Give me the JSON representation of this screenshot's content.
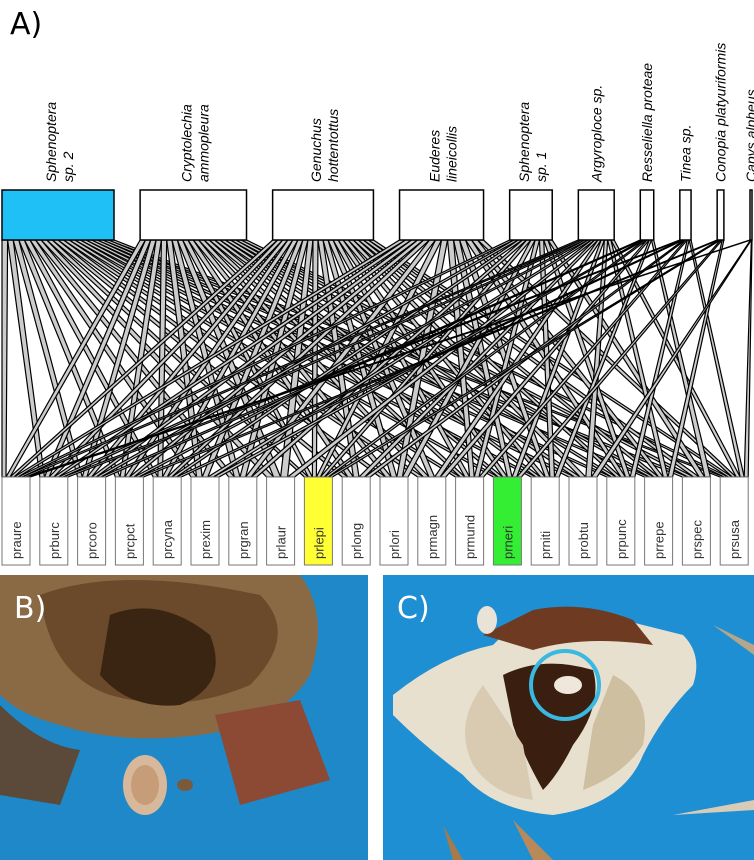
{
  "panel_a": {
    "label": "A)",
    "upper_nodes": [
      {
        "name": "Sphenoptera sp. 2",
        "lines": [
          "Sphenoptera",
          "sp. 2"
        ],
        "weight": 1.0,
        "highlight": "#1ec0f5"
      },
      {
        "name": "Cryptolechia ammopleura",
        "lines": [
          "Cryptolechia",
          "ammopleura"
        ],
        "weight": 0.95,
        "highlight": null
      },
      {
        "name": "Genuchus hottentottus",
        "lines": [
          "Genuchus",
          "hottentottus"
        ],
        "weight": 0.9,
        "highlight": null
      },
      {
        "name": "Euderes lineicollis",
        "lines": [
          "Euderes",
          "lineicollis"
        ],
        "weight": 0.75,
        "highlight": null
      },
      {
        "name": "Sphenoptera sp. 1",
        "lines": [
          "Sphenoptera",
          "sp. 1"
        ],
        "weight": 0.38,
        "highlight": null
      },
      {
        "name": "Argyroploce sp.",
        "lines": [
          "Argyroploce sp."
        ],
        "weight": 0.32,
        "highlight": null
      },
      {
        "name": "Resseliella proteae",
        "lines": [
          "Resseliella proteae"
        ],
        "weight": 0.12,
        "highlight": null
      },
      {
        "name": "Tinea sp.",
        "lines": [
          "Tinea sp."
        ],
        "weight": 0.1,
        "highlight": null
      },
      {
        "name": "Conopia platyuriformis",
        "lines": [
          "Conopia platyuriformis"
        ],
        "weight": 0.06,
        "highlight": null
      },
      {
        "name": "Capys alpheus",
        "lines": [
          "Capys alpheus"
        ],
        "weight": 0.01,
        "highlight": null
      }
    ],
    "lower_nodes": [
      {
        "name": "praure",
        "highlight": null
      },
      {
        "name": "prburc",
        "highlight": null
      },
      {
        "name": "prcoro",
        "highlight": null
      },
      {
        "name": "prcpct",
        "highlight": null
      },
      {
        "name": "prcyna",
        "highlight": null
      },
      {
        "name": "prexim",
        "highlight": null
      },
      {
        "name": "prgran",
        "highlight": null
      },
      {
        "name": "prlaur",
        "highlight": null
      },
      {
        "name": "prlepi",
        "highlight": "#ffff33"
      },
      {
        "name": "prlong",
        "highlight": null
      },
      {
        "name": "prlori",
        "highlight": null
      },
      {
        "name": "prmagn",
        "highlight": null
      },
      {
        "name": "prmund",
        "highlight": null
      },
      {
        "name": "prneri",
        "highlight": "#33ee33"
      },
      {
        "name": "prniti",
        "highlight": null
      },
      {
        "name": "probtu",
        "highlight": null
      },
      {
        "name": "prpunc",
        "highlight": null
      },
      {
        "name": "prrepe",
        "highlight": null
      },
      {
        "name": "prspec",
        "highlight": null
      },
      {
        "name": "prsusa",
        "highlight": null
      }
    ],
    "links": [
      [
        0,
        0
      ],
      [
        0,
        1
      ],
      [
        0,
        2
      ],
      [
        0,
        3
      ],
      [
        0,
        4
      ],
      [
        0,
        5
      ],
      [
        0,
        6
      ],
      [
        0,
        7
      ],
      [
        0,
        8
      ],
      [
        0,
        9
      ],
      [
        0,
        10
      ],
      [
        0,
        11
      ],
      [
        0,
        12
      ],
      [
        0,
        13
      ],
      [
        0,
        14
      ],
      [
        0,
        15
      ],
      [
        0,
        16
      ],
      [
        0,
        17
      ],
      [
        0,
        18
      ],
      [
        0,
        19
      ],
      [
        1,
        0
      ],
      [
        1,
        1
      ],
      [
        1,
        2
      ],
      [
        1,
        3
      ],
      [
        1,
        4
      ],
      [
        1,
        5
      ],
      [
        1,
        6
      ],
      [
        1,
        7
      ],
      [
        1,
        8
      ],
      [
        1,
        9
      ],
      [
        1,
        10
      ],
      [
        1,
        11
      ],
      [
        1,
        12
      ],
      [
        1,
        13
      ],
      [
        1,
        14
      ],
      [
        1,
        15
      ],
      [
        1,
        16
      ],
      [
        1,
        17
      ],
      [
        1,
        18
      ],
      [
        1,
        19
      ],
      [
        2,
        0
      ],
      [
        2,
        1
      ],
      [
        2,
        2
      ],
      [
        2,
        3
      ],
      [
        2,
        4
      ],
      [
        2,
        5
      ],
      [
        2,
        6
      ],
      [
        2,
        7
      ],
      [
        2,
        8
      ],
      [
        2,
        9
      ],
      [
        2,
        10
      ],
      [
        2,
        11
      ],
      [
        2,
        12
      ],
      [
        2,
        13
      ],
      [
        2,
        14
      ],
      [
        2,
        15
      ],
      [
        2,
        16
      ],
      [
        2,
        17
      ],
      [
        2,
        18
      ],
      [
        2,
        19
      ],
      [
        3,
        0
      ],
      [
        3,
        1
      ],
      [
        3,
        2
      ],
      [
        3,
        3
      ],
      [
        3,
        4
      ],
      [
        3,
        6
      ],
      [
        3,
        8
      ],
      [
        3,
        10
      ],
      [
        3,
        12
      ],
      [
        3,
        13
      ],
      [
        3,
        14
      ],
      [
        3,
        16
      ],
      [
        3,
        17
      ],
      [
        3,
        19
      ],
      [
        4,
        0
      ],
      [
        4,
        2
      ],
      [
        4,
        4
      ],
      [
        4,
        6
      ],
      [
        4,
        8
      ],
      [
        4,
        10
      ],
      [
        4,
        12
      ],
      [
        4,
        14
      ],
      [
        4,
        16
      ],
      [
        4,
        18
      ],
      [
        5,
        0
      ],
      [
        5,
        1
      ],
      [
        5,
        3
      ],
      [
        5,
        5
      ],
      [
        5,
        7
      ],
      [
        5,
        9
      ],
      [
        5,
        11
      ],
      [
        5,
        13
      ],
      [
        5,
        15
      ],
      [
        5,
        17
      ],
      [
        5,
        19
      ],
      [
        6,
        2
      ],
      [
        6,
        5
      ],
      [
        6,
        8
      ],
      [
        6,
        11
      ],
      [
        6,
        14
      ],
      [
        6,
        18
      ],
      [
        7,
        1
      ],
      [
        7,
        4
      ],
      [
        7,
        9
      ],
      [
        7,
        12
      ],
      [
        7,
        16
      ],
      [
        7,
        19
      ],
      [
        8,
        3
      ],
      [
        8,
        8
      ],
      [
        8,
        13
      ],
      [
        8,
        17
      ],
      [
        9,
        0
      ],
      [
        9,
        15
      ],
      [
        9,
        19
      ]
    ],
    "colors": {
      "link_fill": "#cccccc",
      "link_stroke": "#000000",
      "node_stroke": "#000000"
    }
  },
  "panel_b": {
    "label": "B)"
  },
  "panel_c": {
    "label": "C)",
    "circle_color": "#39b8e0"
  }
}
